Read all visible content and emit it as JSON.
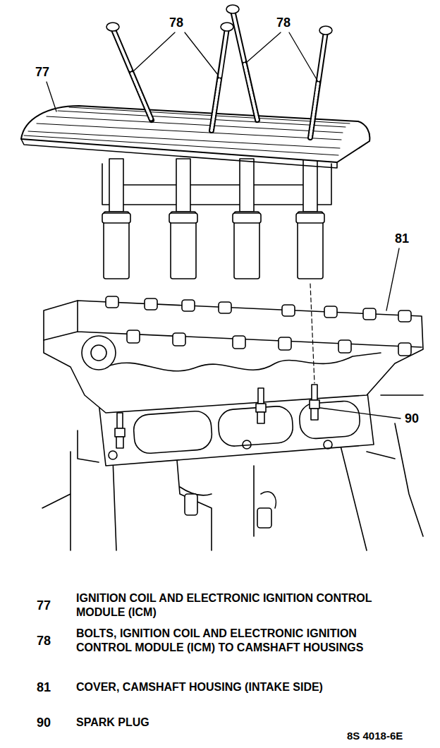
{
  "diagram": {
    "labels": [
      "78",
      "78",
      "77",
      "81",
      "90",
      "77",
      "IGNITION COIL AND ELECTRONIC IGNITION CONTROL MODULE (ICM)",
      "78",
      "BOLTS, IGNITION COIL AND ELECTRONIC IGNITION CONTROL MODULE (ICM) TO CAMSHAFT HOUSINGS",
      "81",
      "COVER, CAMSHAFT HOUSING (INTAKE SIDE)",
      "90",
      "SPARK PLUG",
      "8S 4018-6E"
    ]
  }
}
